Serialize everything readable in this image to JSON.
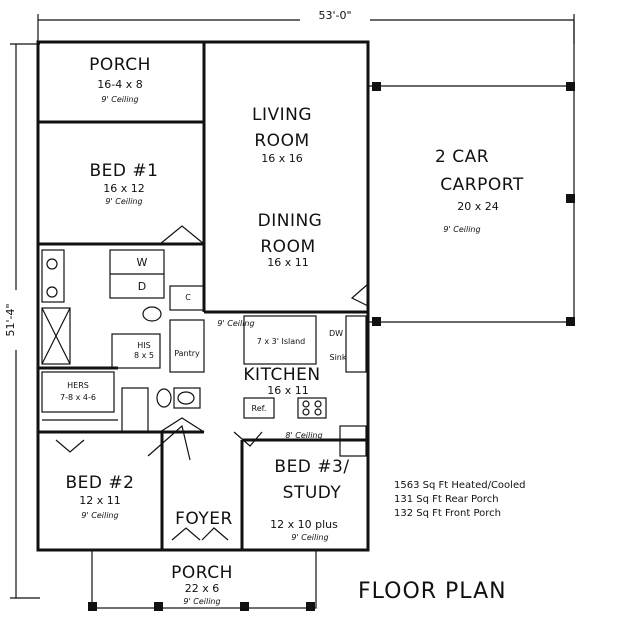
{
  "overall": {
    "width_dim": "53'-0\"",
    "depth_dim": "51'-4\""
  },
  "rooms": {
    "rear_porch": {
      "name": "PORCH",
      "size": "16-4 x 8",
      "ceiling": "9' Ceiling"
    },
    "bed1": {
      "name": "BED #1",
      "size": "16 x 12",
      "ceiling": "9' Ceiling"
    },
    "living": {
      "name_line1": "LIVING",
      "name_line2": "ROOM",
      "size": "16 x 16"
    },
    "dining": {
      "name_line1": "DINING",
      "name_line2": "ROOM",
      "size": "16 x 11"
    },
    "carport": {
      "name_line1": "2 CAR",
      "name_line2": "CARPORT",
      "size": "20 x 24",
      "ceiling": "9' Ceiling"
    },
    "kitchen": {
      "name": "KITCHEN",
      "size": "16 x 11",
      "ceiling": "9' Ceiling",
      "island": "7 x 3' Island"
    },
    "his_bath": {
      "name": "HIS",
      "size": "8 x 5"
    },
    "hers_bath": {
      "name": "HERS",
      "size": "7-8 x 4-6"
    },
    "bed2": {
      "name": "BED #2",
      "size": "12 x 11",
      "ceiling": "9' Ceiling"
    },
    "bed3": {
      "name_line1": "BED #3/",
      "name_line2": "STUDY",
      "size": "12 x 10 plus",
      "ceiling": "9' Ceiling",
      "hall_ceiling": "8' Ceiling"
    },
    "foyer": {
      "name": "FOYER"
    },
    "front_porch": {
      "name": "PORCH",
      "size": "22 x 6",
      "ceiling": "9' Ceiling"
    }
  },
  "fixtures": {
    "washer": "W",
    "dryer": "D",
    "closet": "C",
    "pantry": "Pantry",
    "dishwasher": "DW",
    "sink": "Sink",
    "refrigerator": "Ref."
  },
  "stats": {
    "heated": "1563 Sq Ft Heated/Cooled",
    "rear_porch": "131 Sq Ft Rear Porch",
    "front_porch": "132 Sq Ft Front Porch"
  },
  "plan_title": "FLOOR PLAN"
}
